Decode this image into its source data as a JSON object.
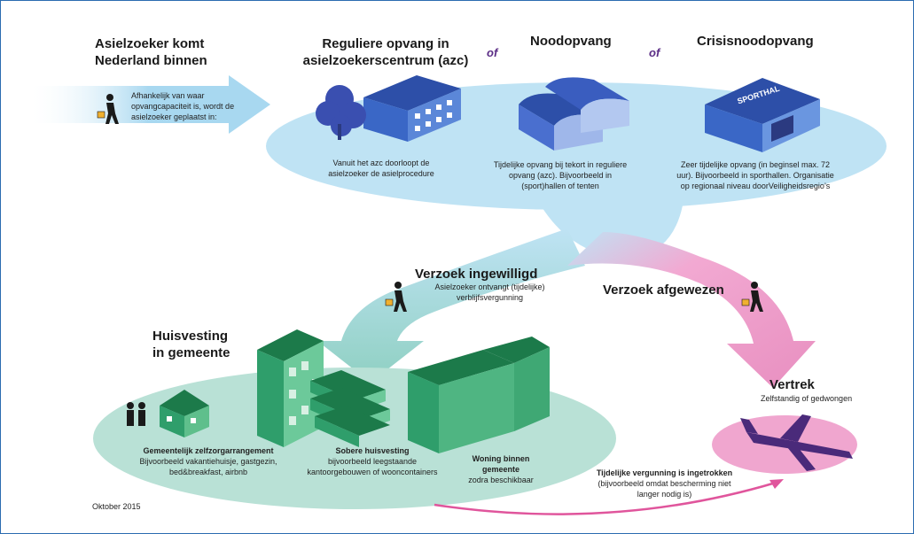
{
  "colors": {
    "light_blue": "#bfe3f4",
    "arrow_blue": "#a8d8f0",
    "teal": "#9fd7cc",
    "pink": "#e88fc0",
    "pink_light": "#f2a9d2",
    "purple": "#5b2d86",
    "green": "#2f9e6b",
    "navy": "#1f3a93"
  },
  "top": {
    "entry_title": "Asielzoeker komt Nederland binnen",
    "entry_note": "Afhankelijk van waar opvangcapaciteit is, wordt de asielzoeker  geplaatst in:",
    "regular_title": "Reguliere opvang in asielzoekerscentrum (azc)",
    "regular_desc": "Vanuit het azc doorloopt de asielzoeker de asielprocedure",
    "of1": "of",
    "emergency_title": "Noodopvang",
    "emergency_desc": "Tijdelijke opvang bij tekort in reguliere opvang (azc). Bijvoorbeeld in (sport)hallen of tenten",
    "of2": "of",
    "crisis_title": "Crisisnoodopvang",
    "crisis_desc": "Zeer tijdelijke opvang (in beginsel max. 72 uur). Bijvoorbeeld in sporthallen. Organisatie op regionaal niveau doorVeiligheidsregio’s",
    "sporthal_sign": "SPORTHAL"
  },
  "middle": {
    "granted_title": "Verzoek ingewilligd",
    "granted_desc": "Asielzoeker ontvangt (tijdelijke) verblijfsvergunning",
    "rejected_title": "Verzoek afgewezen"
  },
  "bottom": {
    "housing_title": "Huisvesting in gemeente",
    "self_title": "Gemeentelijk zelfzorgarrangement",
    "self_desc": "Bijvoorbeeld vakantiehuisje, gastgezin, bed&breakfast, airbnb",
    "sober_title": "Sobere huisvesting",
    "sober_desc": "bijvoorbeeld leegstaande kantoorgebouwen of wooncontainers",
    "home_title": "Woning binnen gemeente",
    "home_desc": "zodra beschikbaar",
    "revoked_title": "Tijdelijke vergunning is ingetrokken",
    "revoked_desc": "(bijvoorbeeld omdat bescherming niet langer nodig is)",
    "departure_title": "Vertrek",
    "departure_desc": "Zelfstandig of gedwongen",
    "date": "Oktober 2015"
  }
}
